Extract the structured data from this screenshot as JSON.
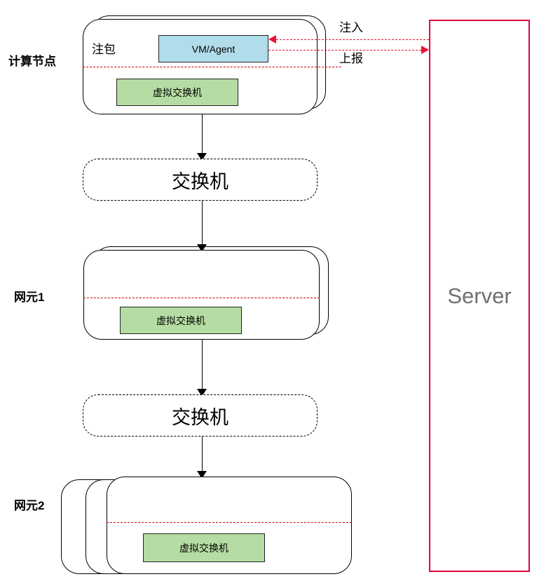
{
  "diagram": {
    "title_present": false,
    "colors": {
      "vm_fill": "#b1dcea",
      "vswitch_fill": "#b5dca2",
      "server_border": "#e4003a",
      "server_text": "#6f6f6f",
      "red_dashed": "#ee1133",
      "node_border": "#000000"
    },
    "side_labels": [
      {
        "name": "compute-node",
        "text": "计算节点"
      },
      {
        "name": "network-element-1",
        "text": "网元1"
      },
      {
        "name": "network-element-2",
        "text": "网元2"
      }
    ],
    "compute_node": {
      "inject_label": "注包",
      "vm_agent_label": "VM/Agent",
      "vswitch_label": "虚拟交换机",
      "stack_count": 2
    },
    "switch_1": {
      "label": "交换机"
    },
    "switch_2": {
      "label": "交换机"
    },
    "network_element_1": {
      "vswitch_label": "虚拟交换机",
      "stack_count": 2
    },
    "network_element_2": {
      "vswitch_label": "虚拟交换机",
      "stack_count": 3
    },
    "server": {
      "label": "Server"
    },
    "flows": [
      {
        "name": "inject",
        "label": "注入",
        "direction": "server-to-node"
      },
      {
        "name": "report",
        "label": "上报",
        "direction": "node-to-server"
      }
    ]
  }
}
